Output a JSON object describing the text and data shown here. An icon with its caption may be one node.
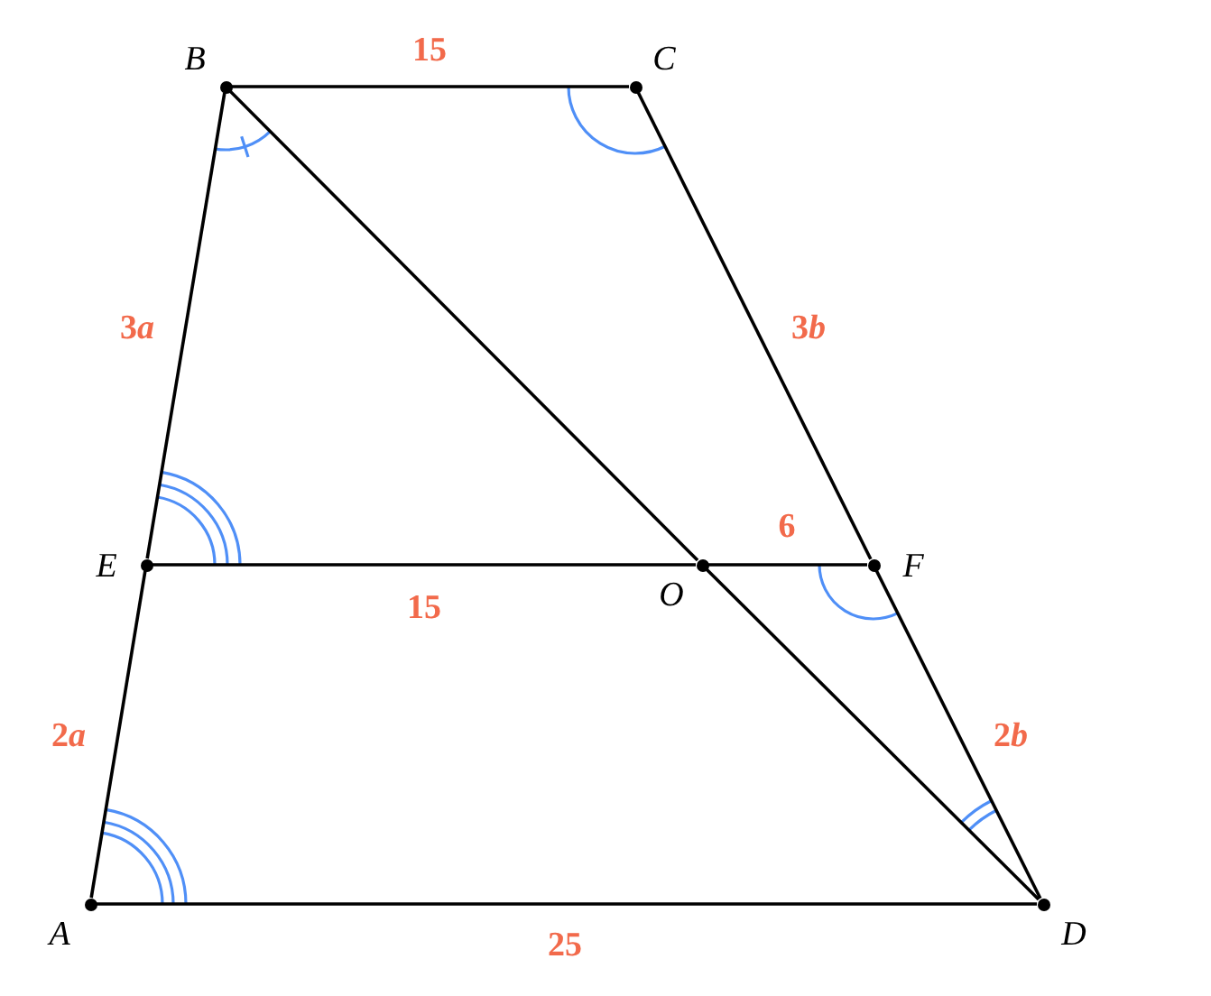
{
  "diagram": {
    "nodes": [
      {
        "text": [],
        "shape": "circle",
        "beside": [
          "B"
        ]
      },
      {
        "text": [],
        "shape": "circle",
        "beside": [
          "C"
        ]
      },
      {
        "text": [],
        "shape": "circle",
        "beside": [
          "E"
        ]
      },
      {
        "text": [],
        "shape": "circle",
        "beside": [
          "O"
        ]
      },
      {
        "text": [],
        "shape": "circle",
        "beside": [
          "F"
        ]
      },
      {
        "text": [],
        "shape": "circle",
        "beside": [
          "A"
        ]
      },
      {
        "text": [],
        "shape": "circle",
        "beside": [
          "D"
        ]
      }
    ],
    "edges": [
      {
        "from": 0,
        "to": 1,
        "arrow": "none",
        "label": "15"
      },
      {
        "from": 0,
        "to": 2,
        "arrow": "none",
        "label": "3a"
      },
      {
        "from": 1,
        "to": 4,
        "arrow": "none",
        "label": "3b"
      },
      {
        "from": 0,
        "to": 3,
        "arrow": "none"
      },
      {
        "from": 2,
        "to": 3,
        "arrow": "none",
        "label": "15"
      },
      {
        "from": 3,
        "to": 4,
        "arrow": "none",
        "label": "6"
      },
      {
        "from": 2,
        "to": 5,
        "arrow": "none",
        "label": "2a"
      },
      {
        "from": 4,
        "to": 6,
        "arrow": "none",
        "label": "2b"
      },
      {
        "from": 3,
        "to": 6,
        "arrow": "none"
      },
      {
        "from": 5,
        "to": 6,
        "arrow": "none",
        "label": "25"
      }
    ]
  }
}
